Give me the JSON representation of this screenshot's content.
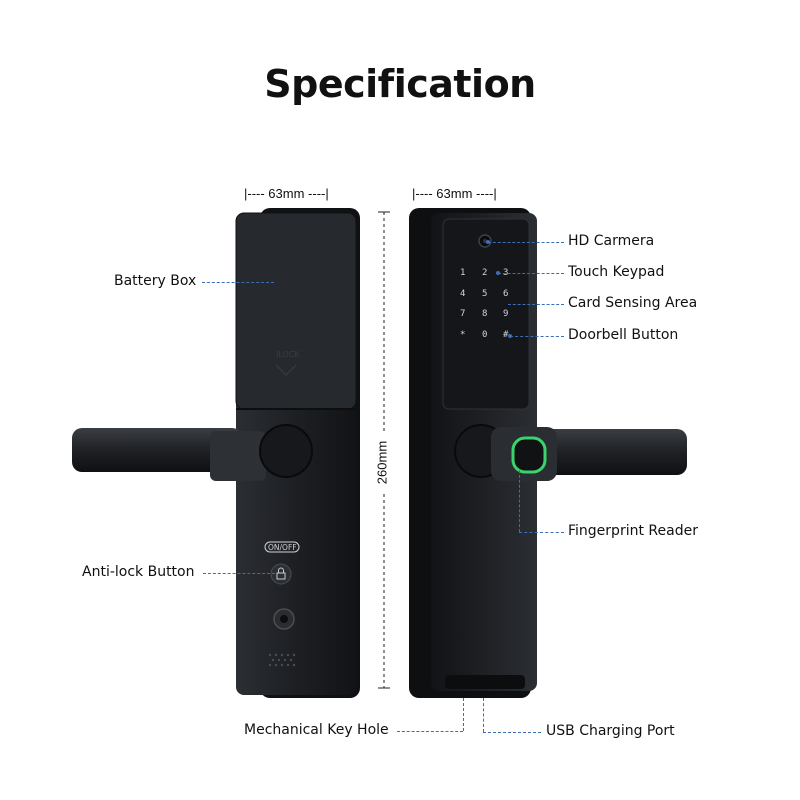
{
  "title": "Specification",
  "dimensions": {
    "width_left": "|---- 63mm ----|",
    "width_right": "|---- 63mm ----|",
    "height": "260mm"
  },
  "labels": {
    "battery_box": "Battery Box",
    "anti_lock_button": "Anti-lock Button",
    "mechanical_key_hole": "Mechanical Key Hole",
    "usb_charging_port": "USB Charging Port",
    "hd_camera": "HD Carmera",
    "touch_keypad": "Touch Keypad",
    "card_sensing_area": "Card Sensing Area",
    "doorbell_button": "Doorbell Button",
    "fingerprint_reader": "Fingerprint Reader"
  },
  "device": {
    "on_off_label": "ON/OFF",
    "keypad_keys": [
      "1",
      "2",
      "3",
      "4",
      "5",
      "6",
      "7",
      "8",
      "9",
      "*",
      "0",
      "#"
    ]
  },
  "colors": {
    "lock_body": "#1c1e22",
    "callout_line": "#3a6fb5",
    "fingerprint_ring": "#3ad46b"
  }
}
